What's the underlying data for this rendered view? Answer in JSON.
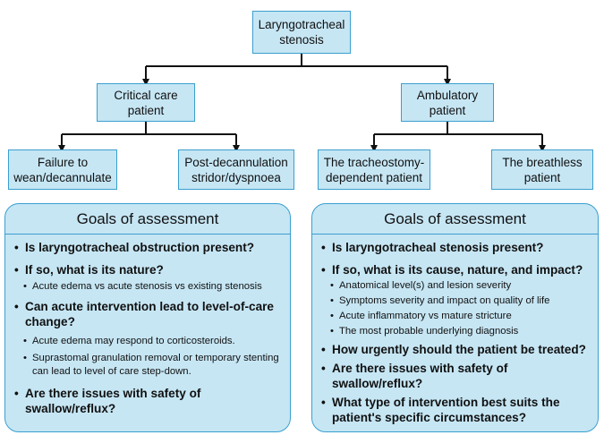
{
  "nodes": {
    "root": "Laryngotracheal\nstenosis",
    "critical_care": "Critical care\npatient",
    "ambulatory": "Ambulatory\npatient",
    "failure_to_wean": "Failure to\nwean/decannulate",
    "post_decannulation": "Post-decannulation\nstridor/dyspnoea",
    "tracheostomy_dependent": "The tracheostomy-\ndependent patient",
    "breathless": "The breathless\npatient"
  },
  "left_panel": {
    "title": "Goals of assessment",
    "q1": "Is laryngotracheal obstruction present?",
    "q2": "If so, what is its nature?",
    "q2_sub1": "Acute edema vs acute stenosis vs existing stenosis",
    "q3": "Can acute intervention lead to level-of-care change?",
    "q3_sub1": "Acute edema may respond to corticosteroids.",
    "q3_sub2": "Suprastomal granulation removal or temporary stenting can lead to level of care step-down.",
    "q4": "Are there issues with safety of swallow/reflux?"
  },
  "right_panel": {
    "title": "Goals of assessment",
    "q1": "Is laryngotracheal stenosis present?",
    "q2": "If so, what is its cause, nature, and impact?",
    "q2_sub1": "Anatomical level(s) and lesion severity",
    "q2_sub2": "Symptoms severity and impact on quality of life",
    "q2_sub3": "Acute inflammatory vs mature stricture",
    "q2_sub4": "The most probable underlying diagnosis",
    "q3": "How urgently should the patient be treated?",
    "q4": "Are there issues with safety of swallow/reflux?",
    "q5": "What type of intervention best suits the patient's specific circumstances?"
  }
}
